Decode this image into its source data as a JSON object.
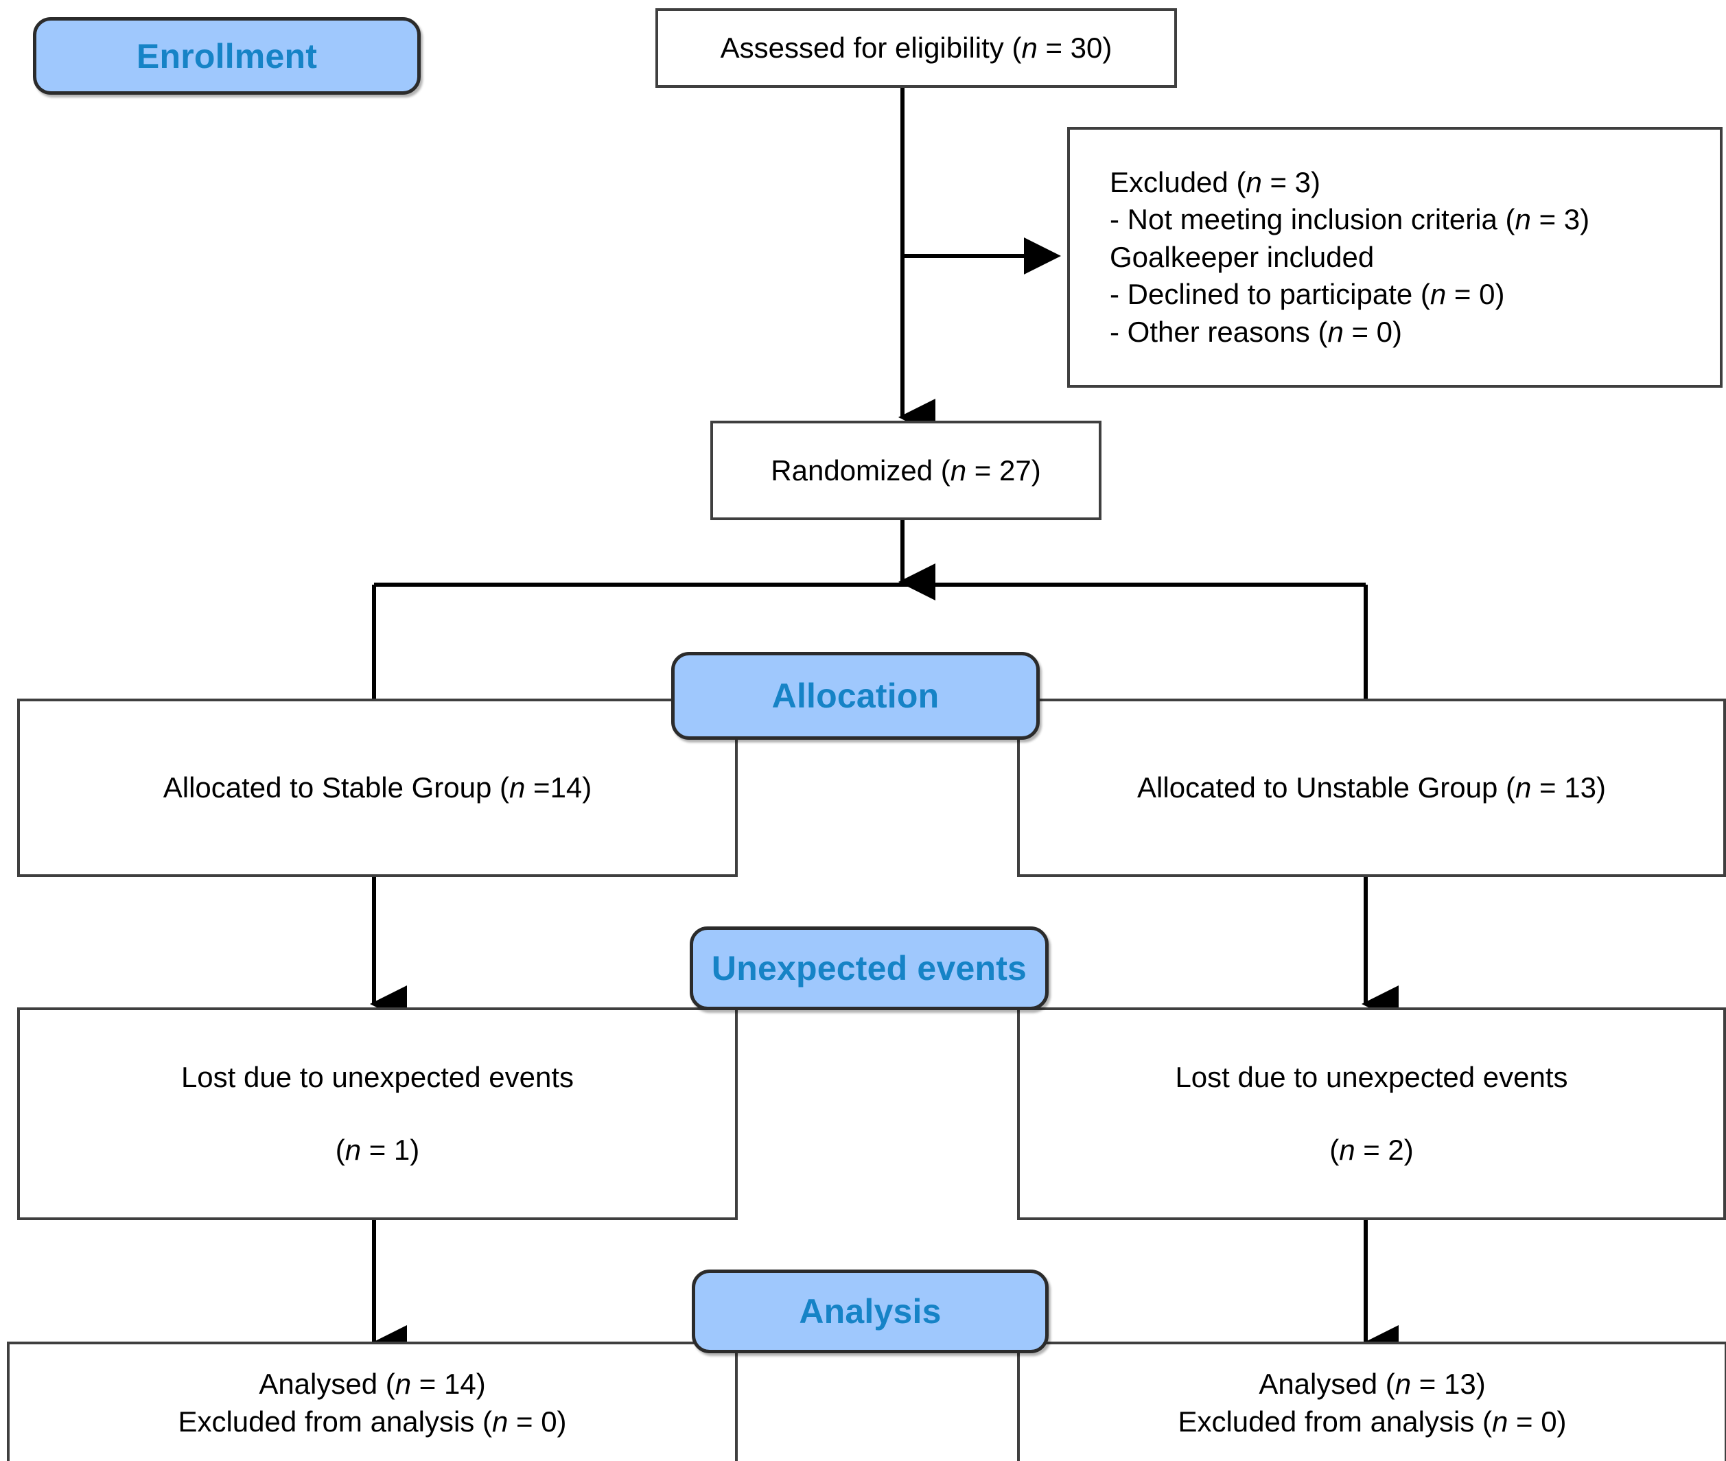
{
  "diagram": {
    "title": "CONSORT participant flow diagram",
    "colors": {
      "badge_fill": "#9FC8FD",
      "badge_text": "#1683C6",
      "badge_border": "#2B2B2B",
      "box_border": "#3F3F3F",
      "connector": "#000000",
      "background": "#FFFFFF"
    }
  },
  "stages": {
    "enrollment": "Enrollment",
    "allocation": "Allocation",
    "unexpected_events": "Unexpected events",
    "analysis": "Analysis"
  },
  "boxes": {
    "assessed": {
      "line1": "Assessed for eligibility (n = 30)"
    },
    "excluded": {
      "line1": "Excluded  (n = 3)",
      "line2": "- Not meeting inclusion criteria (n = 3)",
      "line3": "Goalkeeper included",
      "line4": "- Declined to participate (n = 0)",
      "line5": "- Other reasons (n = 0)"
    },
    "randomized": {
      "line1": "Randomized (n = 27)"
    },
    "allocated_left": {
      "line1": "Allocated to Stable Group (n =14)"
    },
    "allocated_right": {
      "line1": "Allocated to Unstable Group (n = 13)"
    },
    "lost_left": {
      "line1": "Lost due to unexpected events",
      "line2": "(n = 1)"
    },
    "lost_right": {
      "line1": "Lost due to unexpected events",
      "line2": "(n = 2)"
    },
    "analysed_left": {
      "line1": "Analysed  (n = 14)",
      "line2": "Excluded from analysis  (n = 0)"
    },
    "analysed_right": {
      "line1": "Analysed  (n = 13)",
      "line2": "Excluded from analysis  (n = 0)"
    }
  },
  "chart_data": {
    "type": "diagram",
    "title": "CONSORT flow diagram",
    "nodes": [
      {
        "id": "assessed",
        "stage": "Enrollment",
        "label": "Assessed for eligibility",
        "n": 30
      },
      {
        "id": "excluded",
        "stage": "Enrollment",
        "label": "Excluded",
        "n": 3,
        "reasons": [
          {
            "label": "Not meeting inclusion criteria",
            "n": 3,
            "note": "Goalkeeper included"
          },
          {
            "label": "Declined to participate",
            "n": 0
          },
          {
            "label": "Other reasons",
            "n": 0
          }
        ]
      },
      {
        "id": "randomized",
        "stage": "Enrollment",
        "label": "Randomized",
        "n": 27
      },
      {
        "id": "allocated_left",
        "stage": "Allocation",
        "label": "Allocated to Stable Group",
        "n": 14
      },
      {
        "id": "allocated_right",
        "stage": "Allocation",
        "label": "Allocated to Unstable Group",
        "n": 13
      },
      {
        "id": "lost_left",
        "stage": "Unexpected events",
        "label": "Lost due to unexpected events",
        "n": 1
      },
      {
        "id": "lost_right",
        "stage": "Unexpected events",
        "label": "Lost due to unexpected events",
        "n": 2
      },
      {
        "id": "analysed_left",
        "stage": "Analysis",
        "label": "Analysed",
        "n": 14,
        "excluded_from_analysis": 0
      },
      {
        "id": "analysed_right",
        "stage": "Analysis",
        "label": "Analysed",
        "n": 13,
        "excluded_from_analysis": 0
      }
    ],
    "edges": [
      {
        "from": "assessed",
        "to": "excluded"
      },
      {
        "from": "assessed",
        "to": "randomized"
      },
      {
        "from": "randomized",
        "to": "allocated_left"
      },
      {
        "from": "randomized",
        "to": "allocated_right"
      },
      {
        "from": "allocated_left",
        "to": "lost_left"
      },
      {
        "from": "allocated_right",
        "to": "lost_right"
      },
      {
        "from": "lost_left",
        "to": "analysed_left"
      },
      {
        "from": "lost_right",
        "to": "analysed_right"
      }
    ]
  }
}
